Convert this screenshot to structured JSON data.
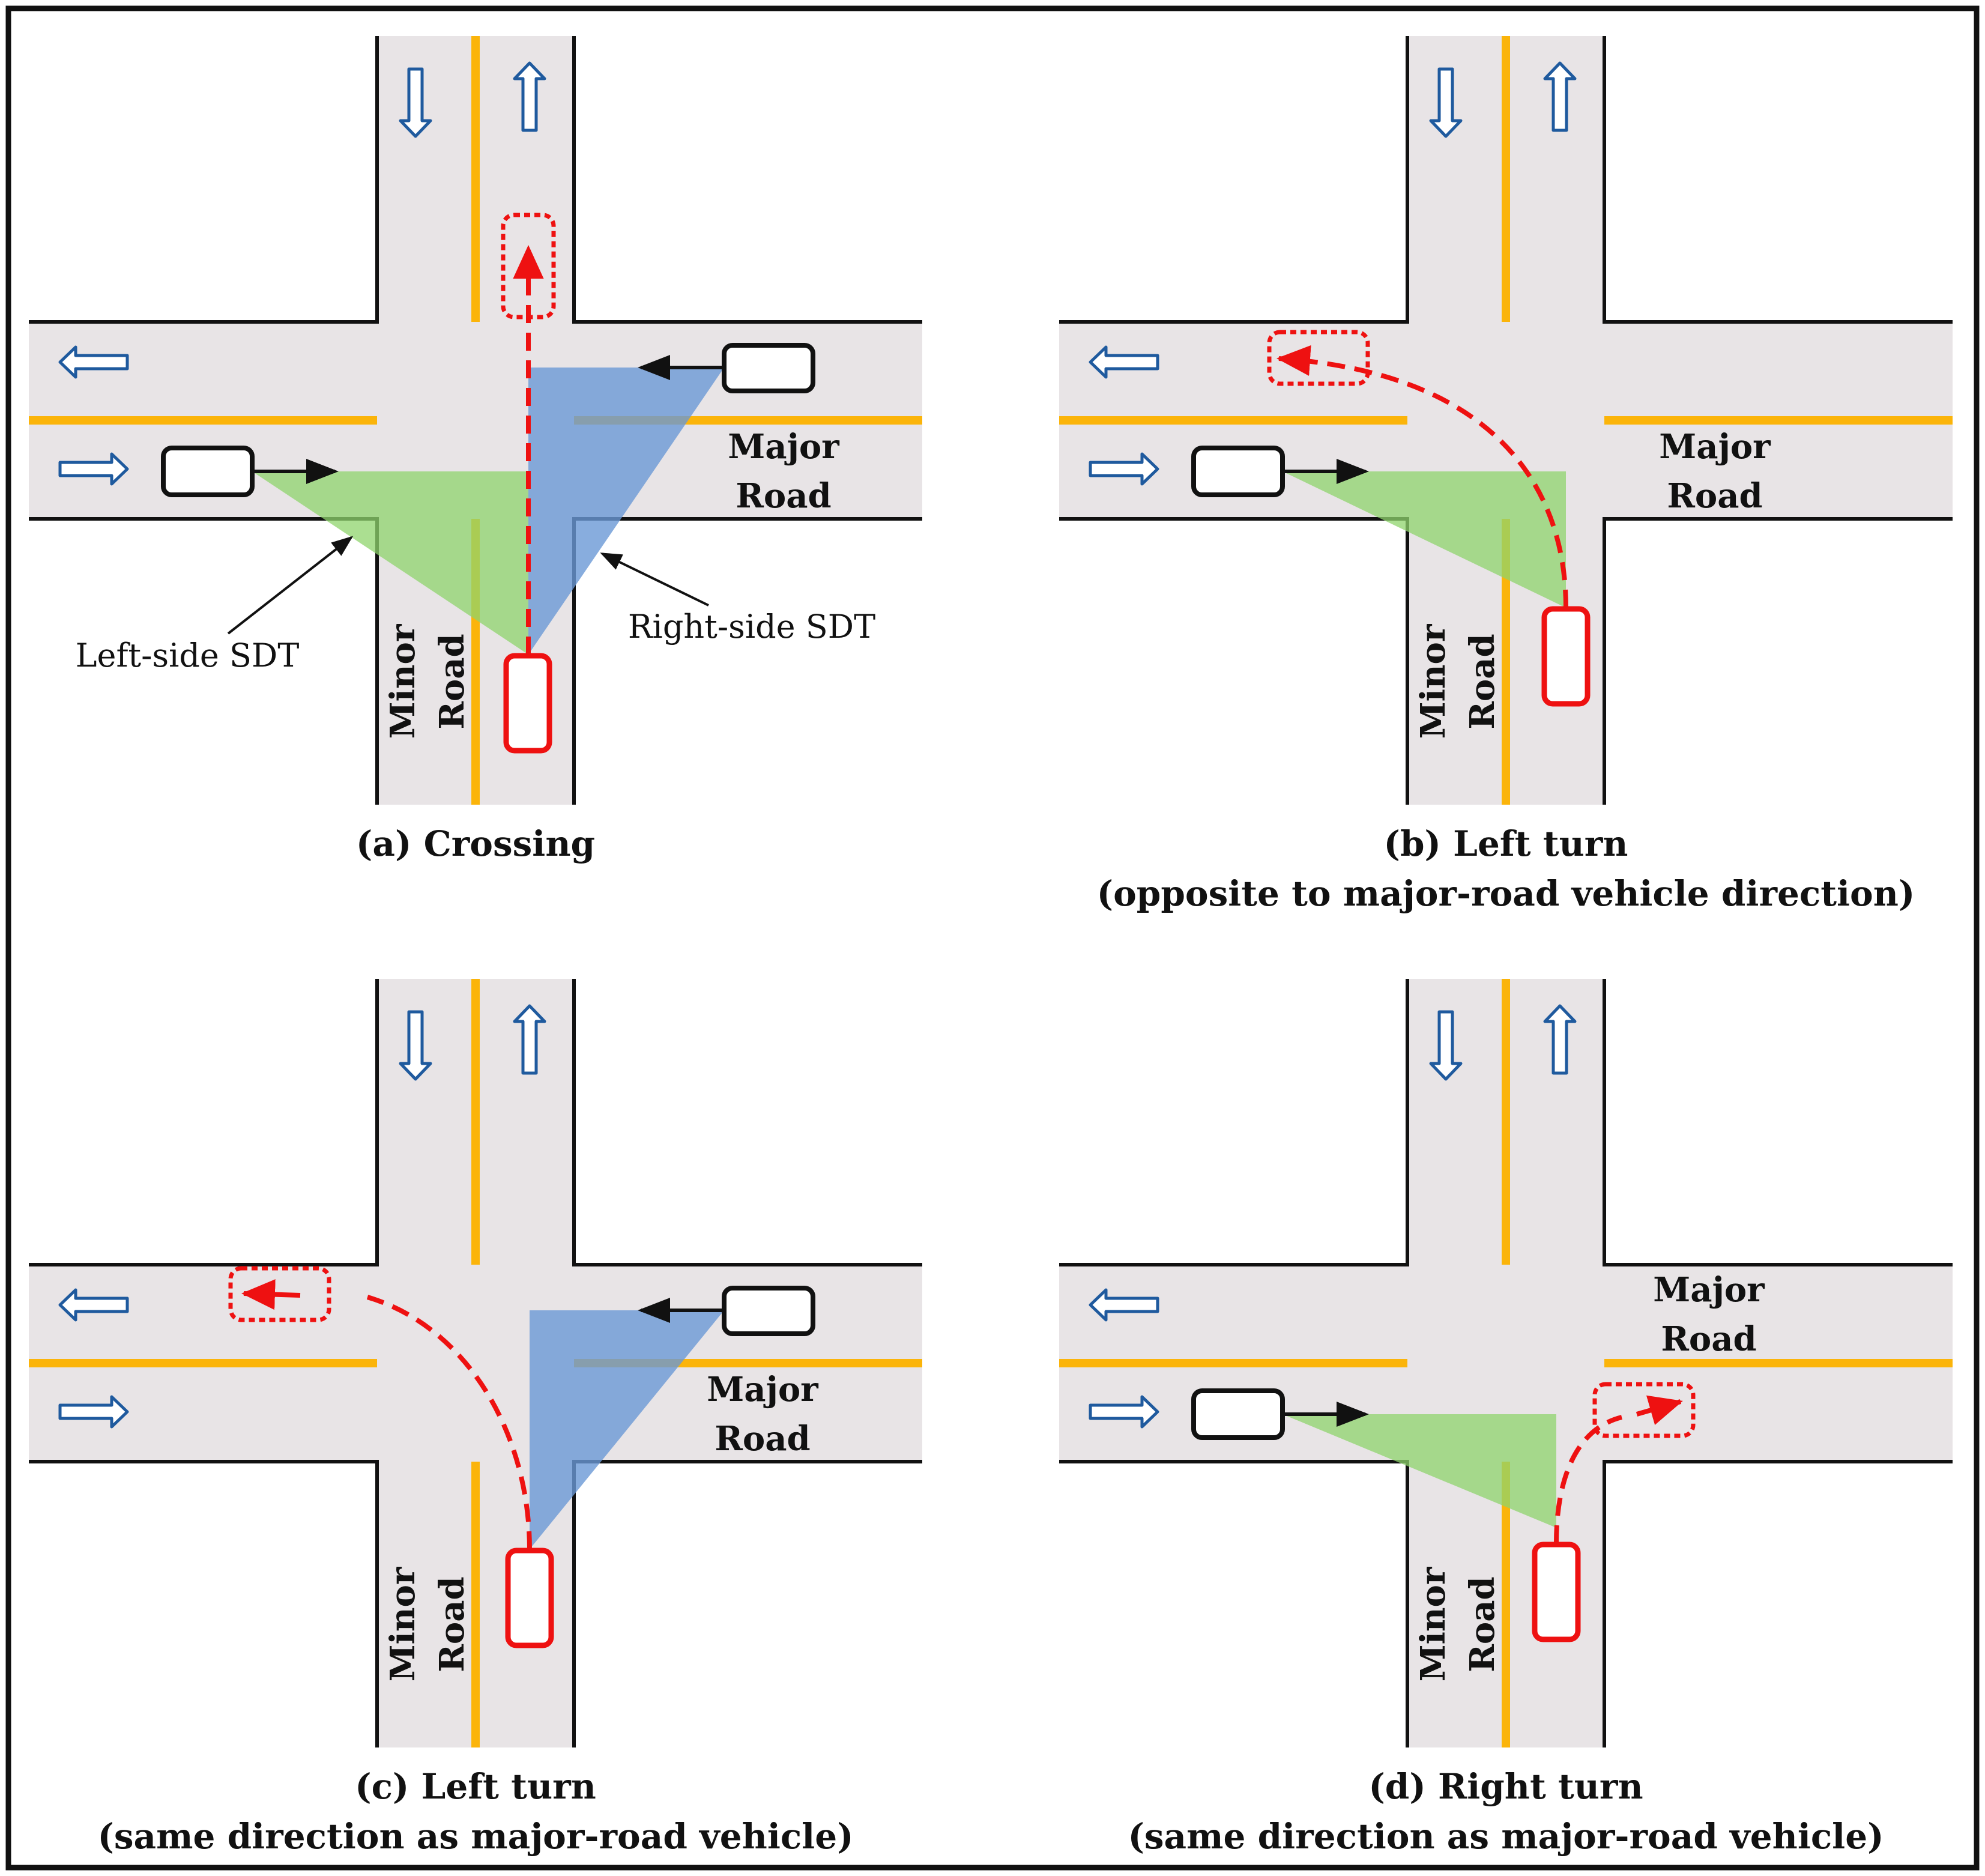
{
  "colors": {
    "road": "#e8e4e6",
    "edge": "#111111",
    "centerline": "#fbb40a",
    "lane_arrow": "#1f5a9e",
    "minor_vehicle": "#ee1111",
    "major_vehicle": "#111111",
    "left_sdt": "#8fd46c",
    "right_sdt": "#6a98d6"
  },
  "labels": {
    "major_road_line1": "Major",
    "major_road_line2": "Road",
    "minor_road_line1": "Minor",
    "minor_road_line2": "Road",
    "left_sdt": "Left-side SDT",
    "right_sdt": "Right-side SDT"
  },
  "panels": [
    {
      "id": "a",
      "caption_line1": "(a) Crossing",
      "caption_line2": "",
      "maneuver": "crossing",
      "sdt_shown": [
        "left",
        "right"
      ]
    },
    {
      "id": "b",
      "caption_line1": "(b) Left turn",
      "caption_line2": "(opposite to major-road vehicle direction)",
      "maneuver": "left-turn-opposite",
      "sdt_shown": [
        "left"
      ]
    },
    {
      "id": "c",
      "caption_line1": "(c) Left turn",
      "caption_line2": "(same direction as major-road vehicle)",
      "maneuver": "left-turn-same",
      "sdt_shown": [
        "right"
      ]
    },
    {
      "id": "d",
      "caption_line1": "(d) Right turn",
      "caption_line2": "(same direction as major-road vehicle)",
      "maneuver": "right-turn-same",
      "sdt_shown": [
        "left"
      ]
    }
  ]
}
